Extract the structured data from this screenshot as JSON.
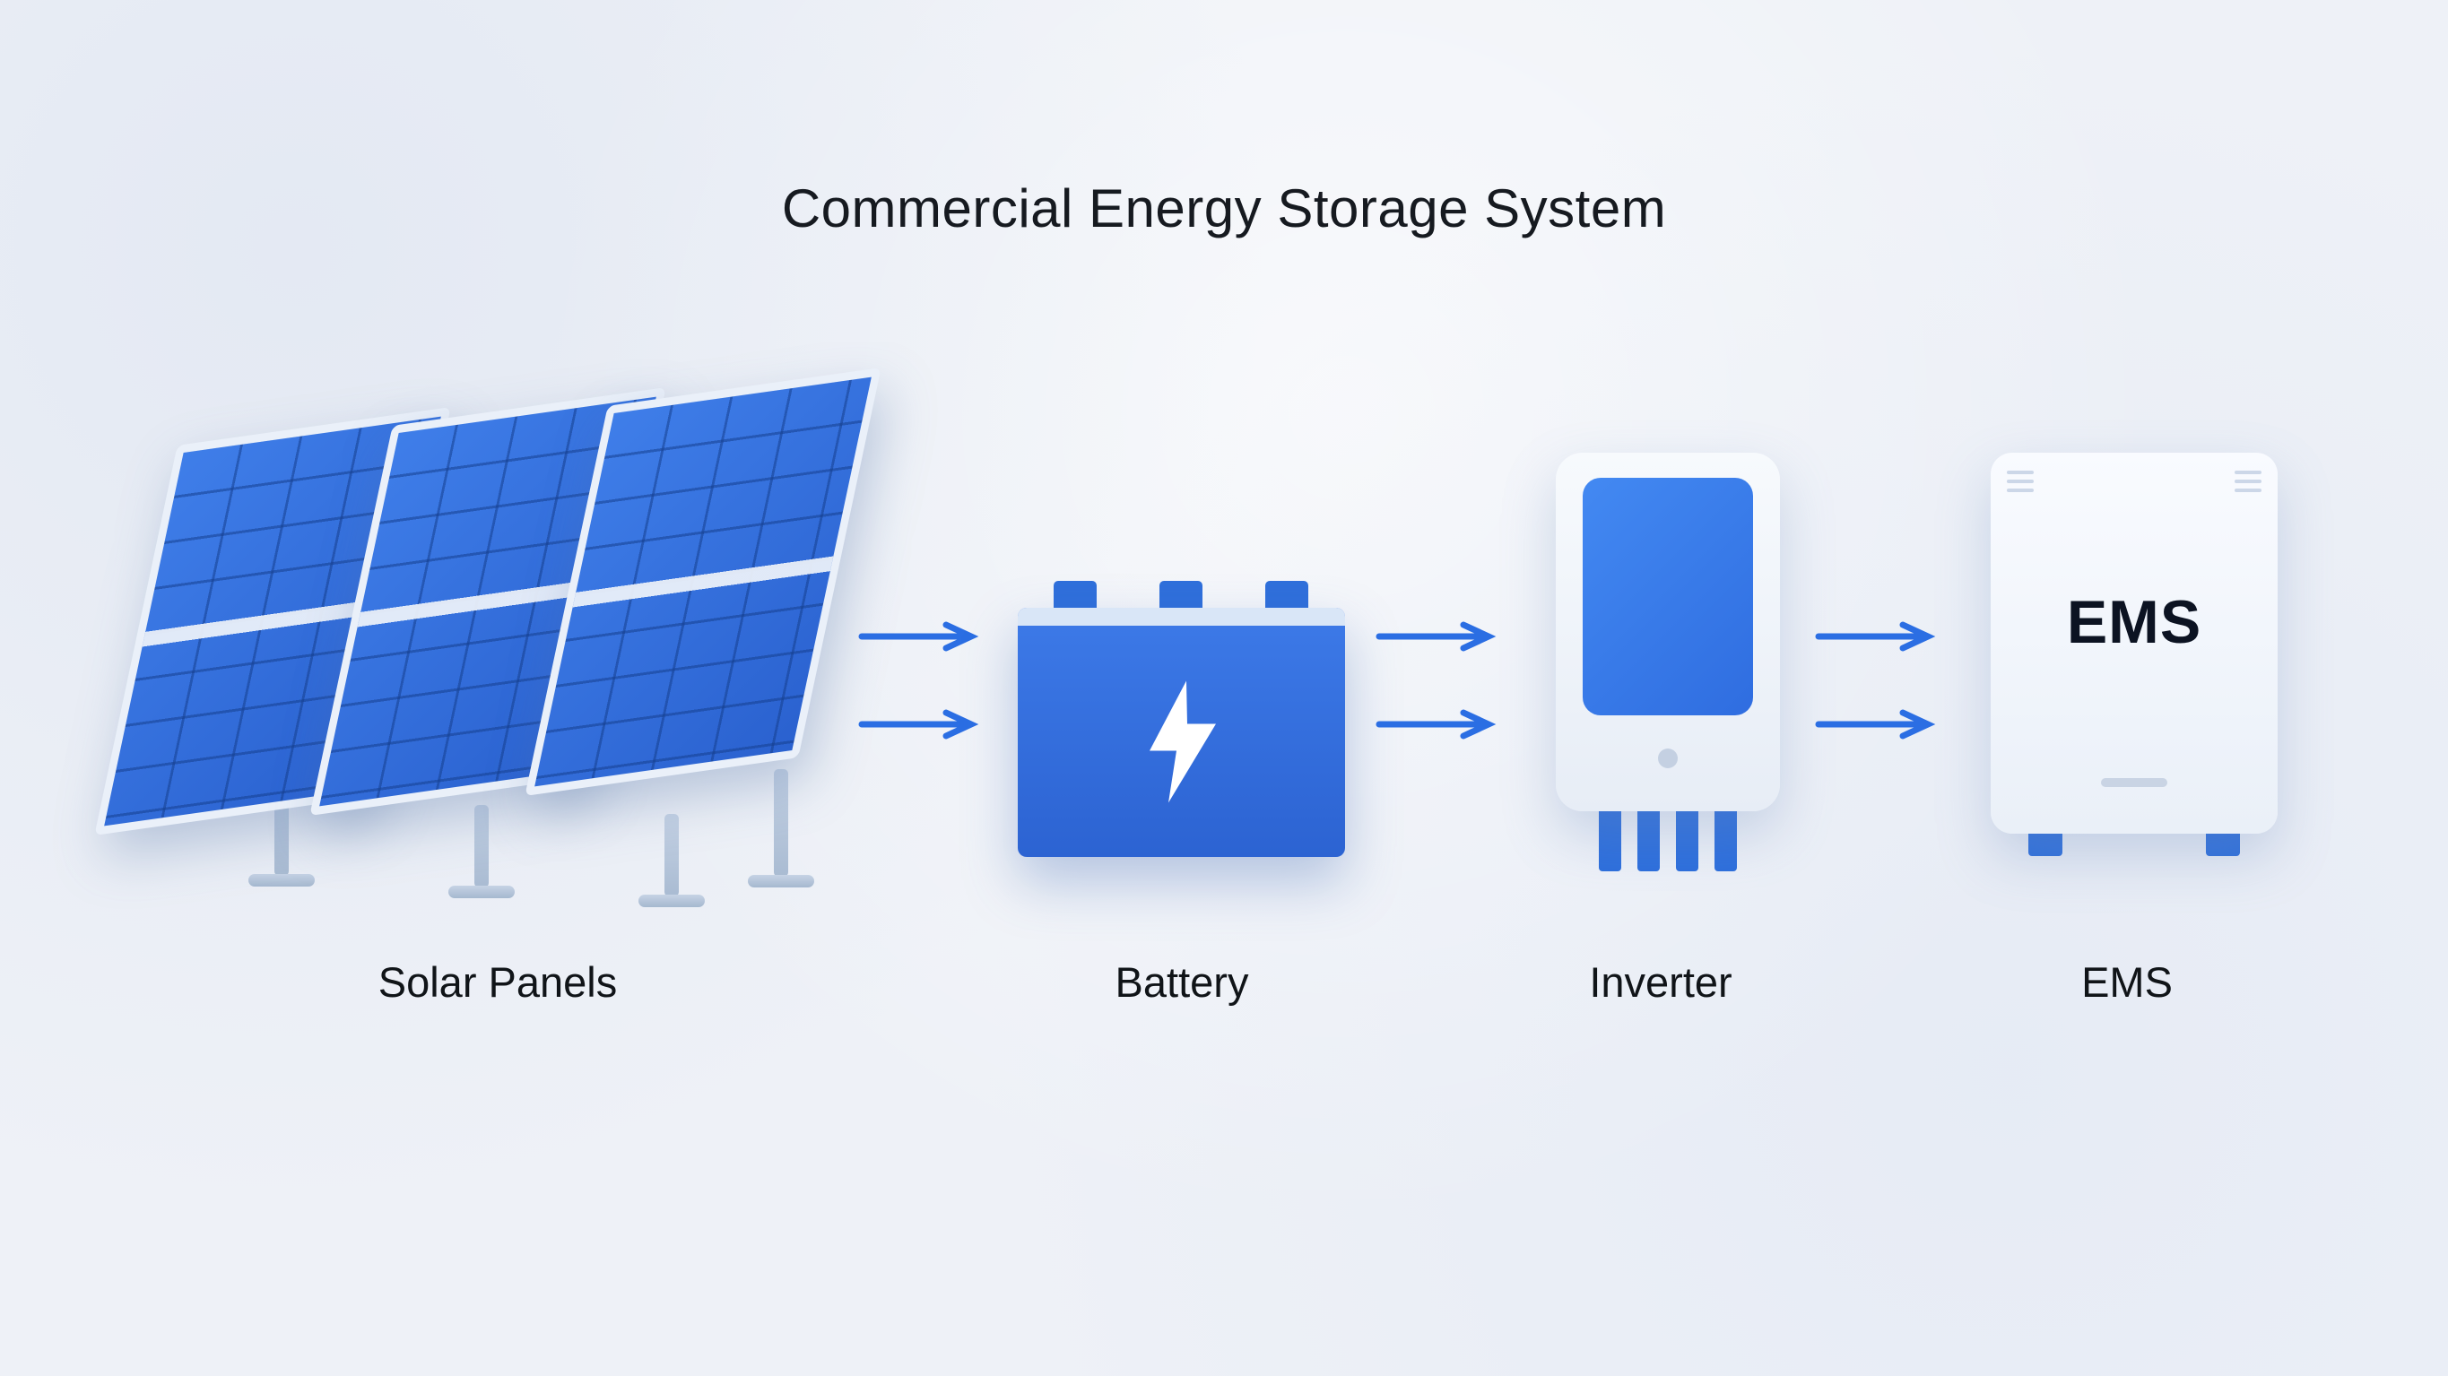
{
  "title": "Commercial Energy Storage System",
  "components": [
    {
      "id": "solar-panels",
      "label": "Solar Panels"
    },
    {
      "id": "battery",
      "label": "Battery"
    },
    {
      "id": "inverter",
      "label": "Inverter"
    },
    {
      "id": "ems",
      "label": "EMS",
      "device_text": "EMS"
    }
  ],
  "flow": {
    "arrow_color": "#2b6ee3",
    "connections": [
      {
        "from": "solar-panels",
        "to": "battery",
        "arrows": 2
      },
      {
        "from": "battery",
        "to": "inverter",
        "arrows": 2
      },
      {
        "from": "inverter",
        "to": "ems",
        "arrows": 2
      }
    ]
  },
  "colors": {
    "accent_blue": "#2b6ee3",
    "panel_blue": "#2f6fdb",
    "device_light": "#eef2f8",
    "background": "#eef1f7"
  }
}
